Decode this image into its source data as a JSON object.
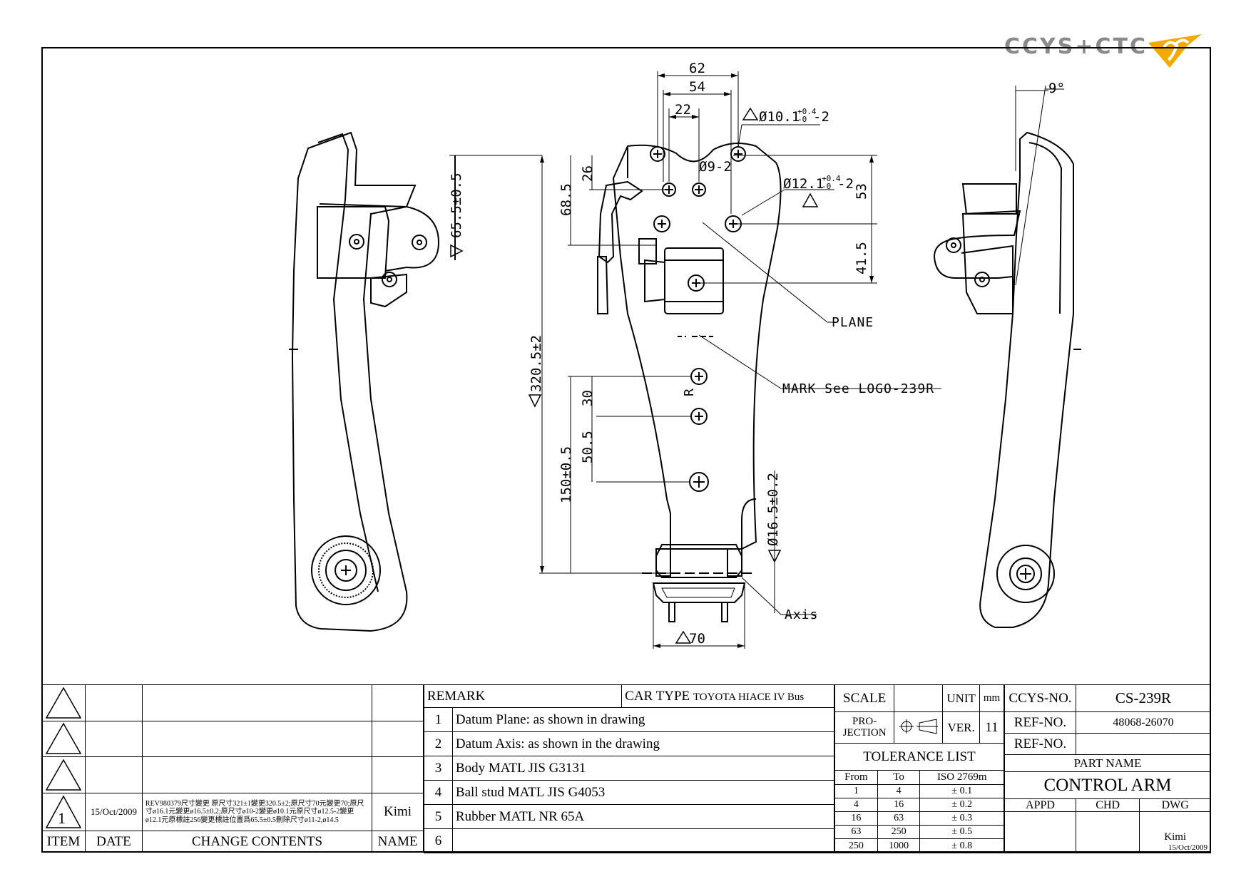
{
  "logo": {
    "text": "CCYS+CTC"
  },
  "dimensions": {
    "d62": "62",
    "d54": "54",
    "d22": "22",
    "hole1": "Ø10.1",
    "hole1_tol_up": "+0.4",
    "hole1_tol_dn": "-0",
    "hole1_qty": "-2",
    "hole2": "Ø9-2",
    "hole3": "Ø12.1",
    "hole3_tol_up": "+0.4",
    "hole3_tol_dn": "-0",
    "hole3_qty": "-2",
    "d26": "26",
    "d68_5": "68.5",
    "d65_5": "65.5±0.5",
    "d53": "53",
    "d41_5": "41.5",
    "d320_5": "320.5±2",
    "d30": "30",
    "d50_5": "50.5",
    "d150": "150±0.5",
    "d16_5": "Ø16.5±0.2",
    "d70": "70",
    "angle9": "9°",
    "plane": "PLANE",
    "mark": "MARK See LOGO-239R",
    "axis": "Axis",
    "rmark": "R"
  },
  "revision": {
    "rows": [
      {
        "item": "",
        "date": "",
        "contents": "",
        "name": ""
      },
      {
        "item": "",
        "date": "",
        "contents": "",
        "name": ""
      },
      {
        "item": "",
        "date": "",
        "contents": "",
        "name": ""
      },
      {
        "item": "1",
        "date": "15/Oct/2009",
        "contents": "REV980379尺寸變更 原尺寸321±1變更320.5±2;原尺寸70元變更70;原尺寸ø16.1元變更ø16.5±0.2;原尺寸ø10-2變更ø10.1元原尺寸ø12.5-2變更ø12.1元原標註256變更標註位置爲65.5±0.5刪除尺寸ø11-2,ø14.5",
        "name": "Kimi"
      }
    ],
    "headers": {
      "item": "ITEM",
      "date": "DATE",
      "contents": "CHANGE CONTENTS",
      "name": "NAME"
    }
  },
  "remarks": {
    "label": "REMARK",
    "car_type_label": "CAR TYPE",
    "car_type": "TOYOTA HIACE IV Bus",
    "items": [
      {
        "no": "1",
        "text": "Datum Plane: as shown in drawing"
      },
      {
        "no": "2",
        "text": "Datum Axis: as shown in the drawing"
      },
      {
        "no": "3",
        "text": "Body MATL JIS G3131"
      },
      {
        "no": "4",
        "text": "Ball stud MATL JIS G4053"
      },
      {
        "no": "5",
        "text": "Rubber MATL NR 65A"
      },
      {
        "no": "6",
        "text": ""
      }
    ]
  },
  "spec": {
    "scale_label": "SCALE",
    "scale": "",
    "unit_label": "UNIT",
    "unit": "mm",
    "projection_label": "PRO-\nJECTION",
    "ver_label": "VER.",
    "ver": "11",
    "tolerance_title": "TOLERANCE LIST",
    "tol_headers": {
      "from": "From",
      "to": "To",
      "iso": "ISO 2769m"
    },
    "tolerances": [
      {
        "from": "1",
        "to": "4",
        "tol": "± 0.1"
      },
      {
        "from": "4",
        "to": "16",
        "tol": "± 0.2"
      },
      {
        "from": "16",
        "to": "63",
        "tol": "± 0.3"
      },
      {
        "from": "63",
        "to": "250",
        "tol": "± 0.5"
      },
      {
        "from": "250",
        "to": "1000",
        "tol": "± 0.8"
      }
    ]
  },
  "title_block": {
    "ccys_no_label": "CCYS-NO.",
    "ccys_no": "CS-239R",
    "ref_no_label": "REF-NO.",
    "ref_no": "48068-26070",
    "ref_no2_label": "REF-NO.",
    "ref_no2": "",
    "part_name_label": "PART NAME",
    "part_name": "CONTROL ARM",
    "appd": "APPD",
    "chd": "CHD",
    "dwg": "DWG",
    "dwg_by": "Kimi",
    "dwg_date": "15/Oct/2009"
  }
}
